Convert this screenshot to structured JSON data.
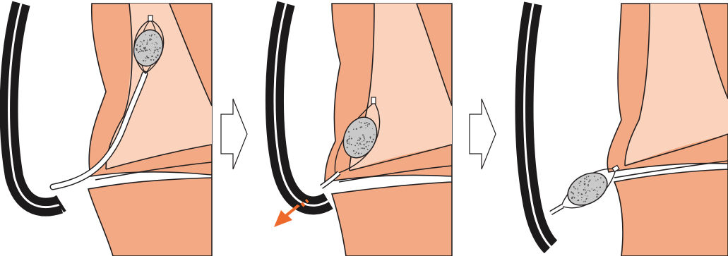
{
  "figure": {
    "panels": [
      {
        "id": "panel-1",
        "stage": "basket-stone-in-duct"
      },
      {
        "id": "panel-2",
        "stage": "withdraw-scope"
      },
      {
        "id": "panel-3",
        "stage": "stone-extracted"
      }
    ],
    "colors": {
      "outer_tissue": "#f3aa84",
      "duct_lumen": "#fbd3bd",
      "outline": "#231f20",
      "scope_black": "#1c1a1b",
      "scope_white": "#ffffff",
      "stone": "#c9c9c9",
      "arrow_accent": "#ee6a2c",
      "step_arrow_fill": "#ffffff"
    },
    "icons": [
      "endoscope-icon",
      "basket-icon",
      "stone-icon",
      "step-arrow-icon",
      "pull-direction-arrow-icon"
    ]
  }
}
